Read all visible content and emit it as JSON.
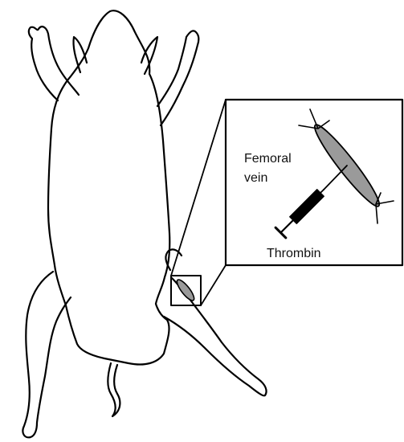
{
  "figure": {
    "labels": {
      "vein_line1": "Femoral",
      "vein_line2": "vein",
      "syringe": "Thrombin"
    },
    "colors": {
      "outline": "#000000",
      "vein_fill": "#9a9a9a",
      "background": "#ffffff"
    }
  }
}
